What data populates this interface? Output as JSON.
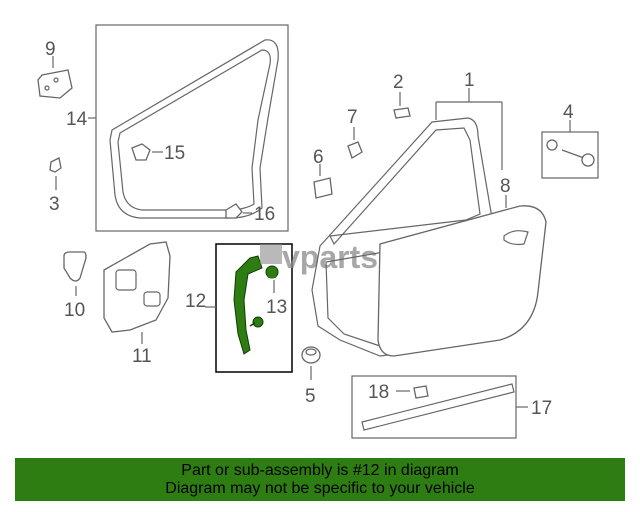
{
  "watermark": "vparts",
  "callouts": {
    "c1": "1",
    "c2": "2",
    "c3": "3",
    "c4": "4",
    "c5": "5",
    "c6": "6",
    "c7": "7",
    "c8": "8",
    "c9": "9",
    "c10": "10",
    "c11": "11",
    "c12": "12",
    "c13": "13",
    "c14": "14",
    "c15": "15",
    "c16": "16",
    "c17": "17",
    "c18": "18"
  },
  "highlight_color": "#2e7d12",
  "banner": {
    "line1": "Part or sub-assembly is #12 in diagram",
    "line2": "Diagram may not be specific to your vehicle"
  }
}
